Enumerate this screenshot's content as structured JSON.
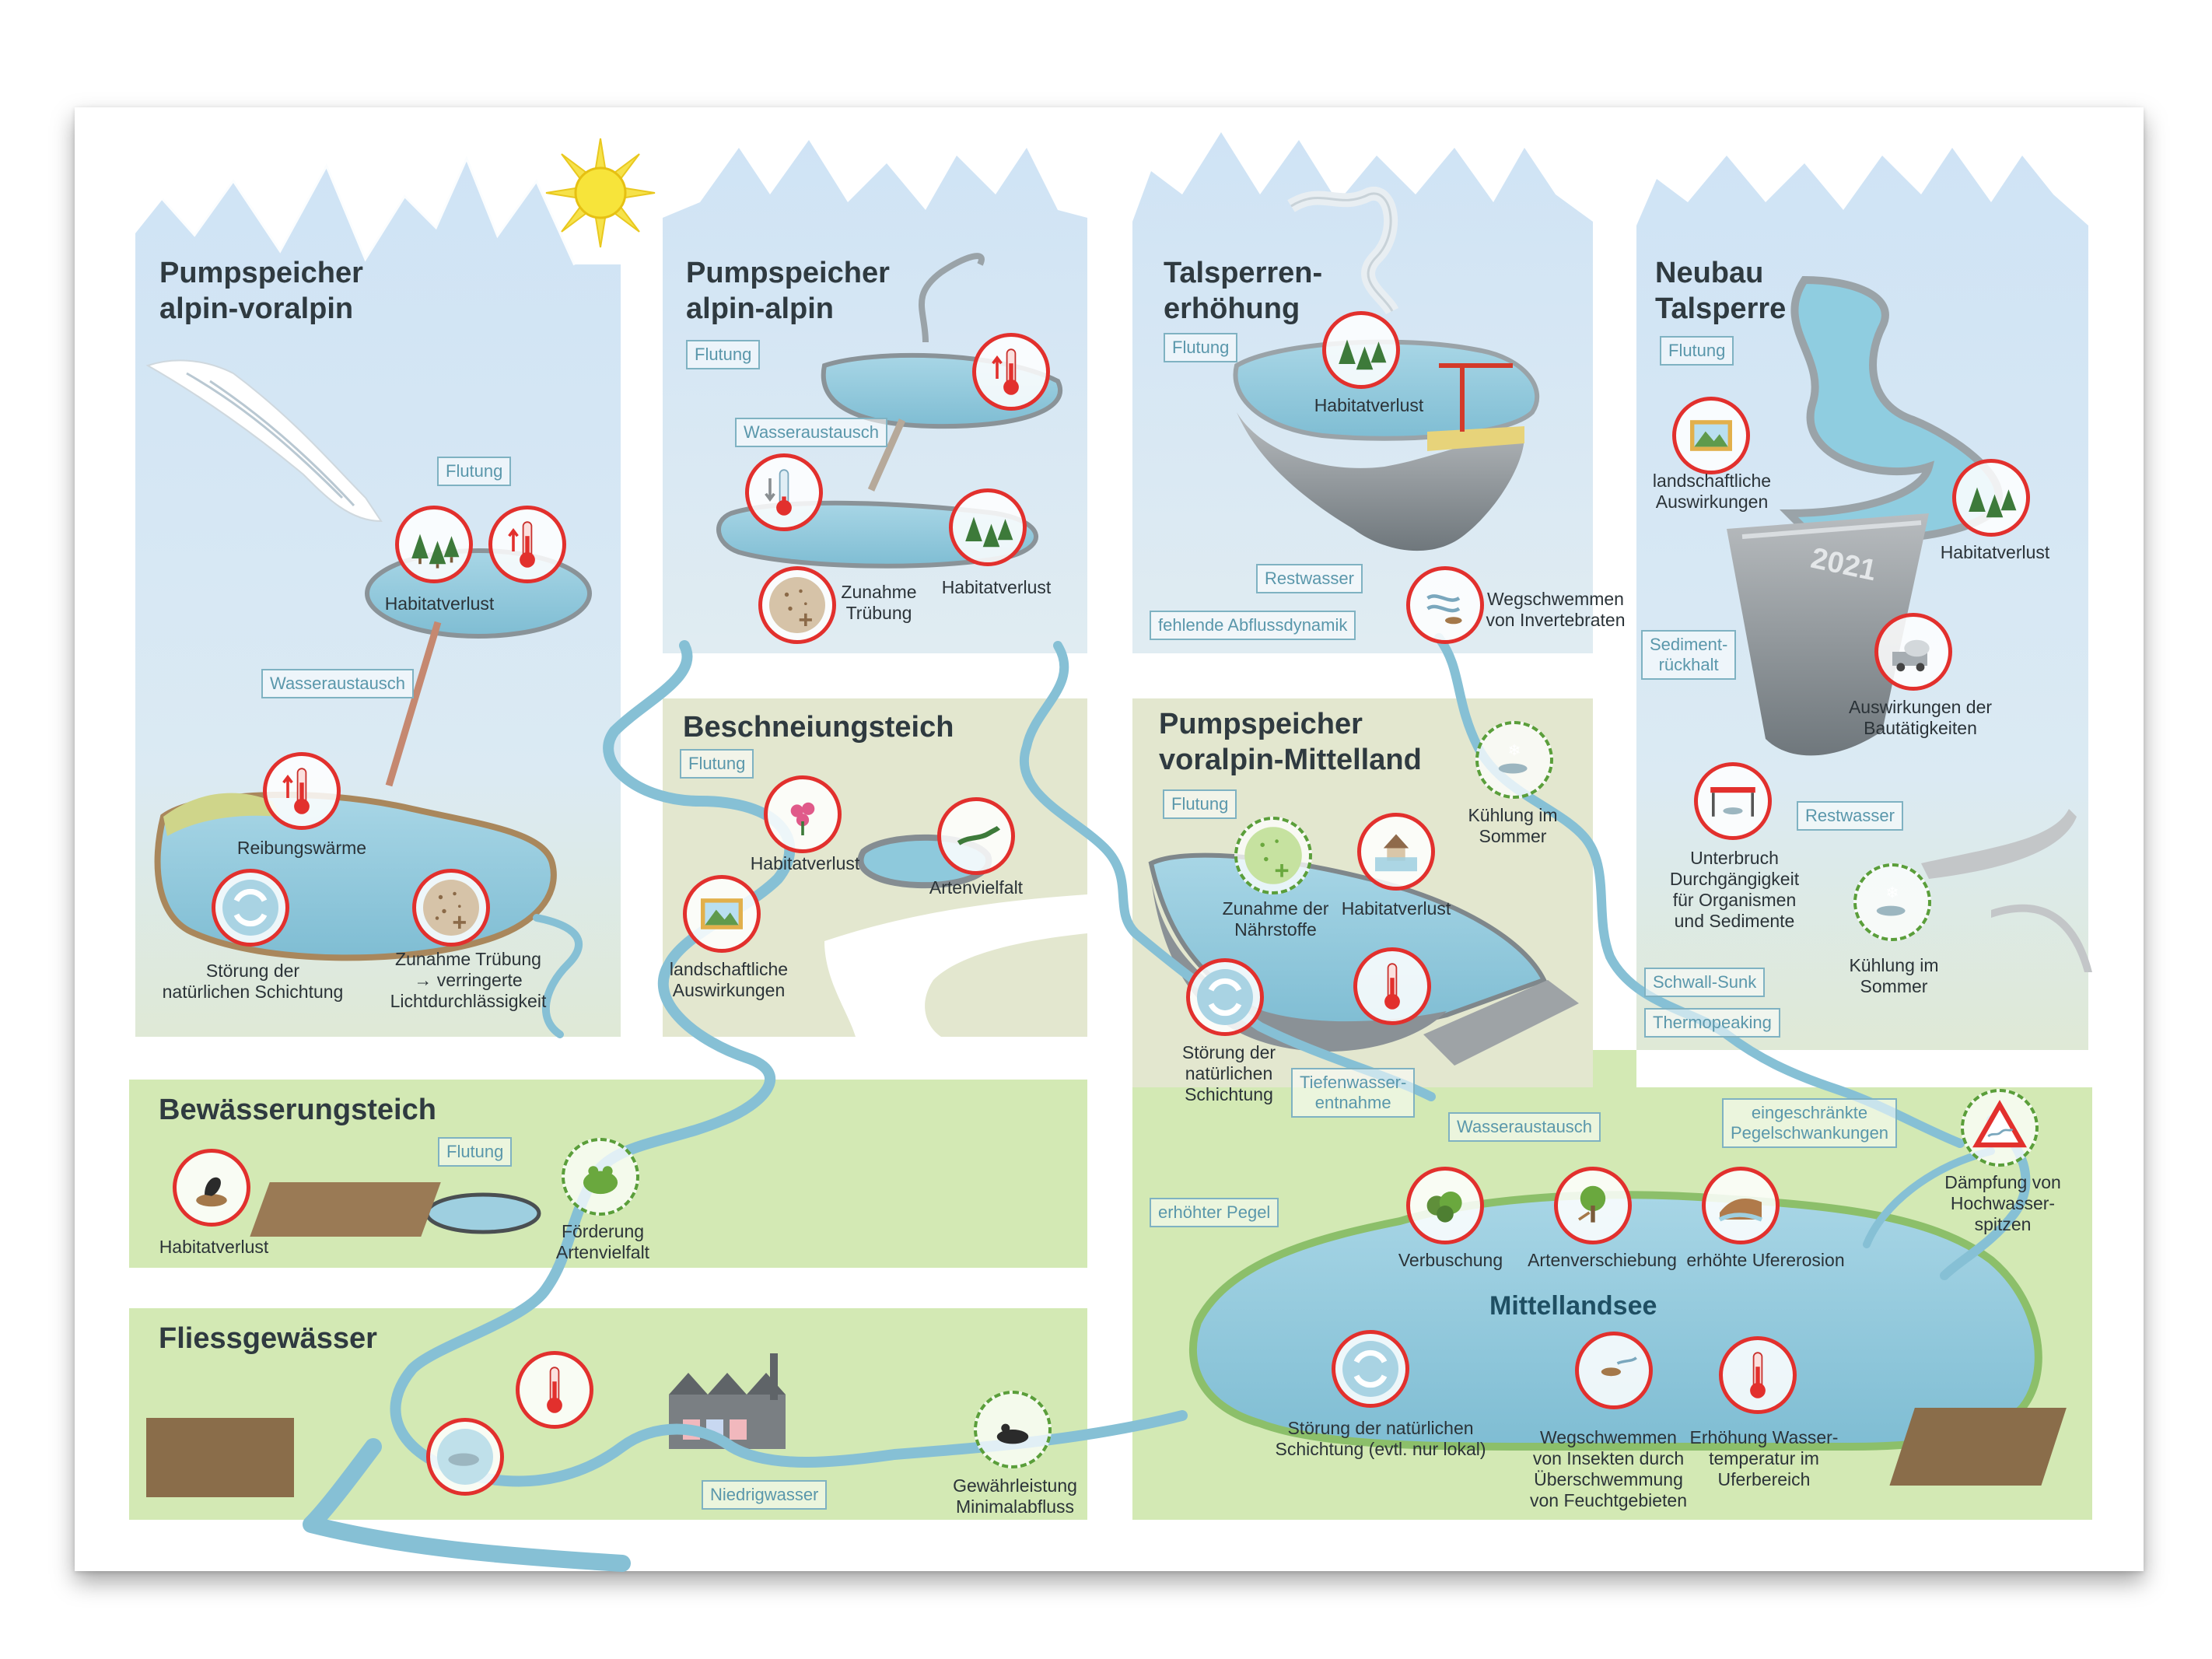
{
  "colors": {
    "sky": "#d4e7f6",
    "green_panel": "#d3e9b4",
    "beige_panel": "#e3e7cf",
    "water": "#9ecfe0",
    "river": "#8cc4d8",
    "impact_red": "#e2302d",
    "benefit_green": "#5a9e3a",
    "tag_border": "#7fb2c2"
  },
  "panels": {
    "p1": {
      "title_line1": "Pumpspeicher",
      "title_line2": "alpin-voralpin",
      "tags": [
        "Flutung",
        "Wasseraustausch"
      ],
      "labels": [
        "Habitatverlust",
        "Reibungswärme",
        "Störung der\nnatürlichen Schichtung",
        "Zunahme Trübung\n→ verringerte\nLichtdurchlässigkeit"
      ]
    },
    "p2": {
      "title_line1": "Pumpspeicher",
      "title_line2": "alpin-alpin",
      "tags": [
        "Flutung",
        "Wasseraustausch"
      ],
      "labels": [
        "Zunahme\nTrübung",
        "Habitatverlust"
      ]
    },
    "p3": {
      "title_line1": "Talsperren-",
      "title_line2": "erhöhung",
      "tags": [
        "Flutung",
        "Restwasser",
        "fehlende Abflussdynamik"
      ],
      "labels": [
        "Habitatverlust",
        "Wegschwemmen\nvon Invertebraten"
      ]
    },
    "p4": {
      "title_line1": "Neubau",
      "title_line2": "Talsperre",
      "dam_year": "2021",
      "tags": [
        "Flutung",
        "Sediment-\nrückhalt",
        "Restwasser",
        "Schwall-Sunk",
        "Thermopeaking"
      ],
      "labels": [
        "landschaftliche\nAuswirkungen",
        "Habitatverlust",
        "Auswirkungen der\nBautätigkeiten",
        "Unterbruch\nDurchgängigkeit\nfür Organismen\nund Sedimente",
        "Kühlung im\nSommer"
      ]
    },
    "p5": {
      "title": "Beschneiungsteich",
      "tags": [
        "Flutung"
      ],
      "labels": [
        "Habitatverlust",
        "Artenvielfalt",
        "landschaftliche\nAuswirkungen"
      ]
    },
    "p6": {
      "title_line1": "Pumpspeicher",
      "title_line2": "voralpin-Mittelland",
      "tags": [
        "Flutung",
        "Tiefenwasser-\nentnahme"
      ],
      "labels": [
        "Kühlung im\nSommer",
        "Zunahme der\nNährstoffe",
        "Habitatverlust",
        "Störung der\nnatürlichen\nSchichtung"
      ]
    },
    "p7": {
      "title": "Bewässerungsteich",
      "tags": [
        "Flutung"
      ],
      "labels": [
        "Habitatverlust",
        "Förderung\nArtenvielfalt"
      ]
    },
    "p8": {
      "title": "Fliessgewässer",
      "tags": [
        "Niedrigwasser"
      ],
      "labels": [
        "Gewährleistung\nMinimalabfluss"
      ]
    },
    "p9": {
      "title": "Mittellandsee",
      "tags": [
        "Wasseraustausch",
        "erhöhter Pegel",
        "eingeschränkte\nPegelschwankungen"
      ],
      "labels": [
        "Verbuschung",
        "Artenverschiebung",
        "erhöhte Ufererosion",
        "Dämpfung von\nHochwasser-\nspitzen",
        "Störung der natürlichen\nSchichtung (evtl. nur lokal)",
        "Wegschwemmen\nvon Insekten durch\nÜberschwemmung\nvon Feuchtgebieten",
        "Erhöhung Wasser-\ntemperatur im\nUferbereich"
      ]
    }
  }
}
